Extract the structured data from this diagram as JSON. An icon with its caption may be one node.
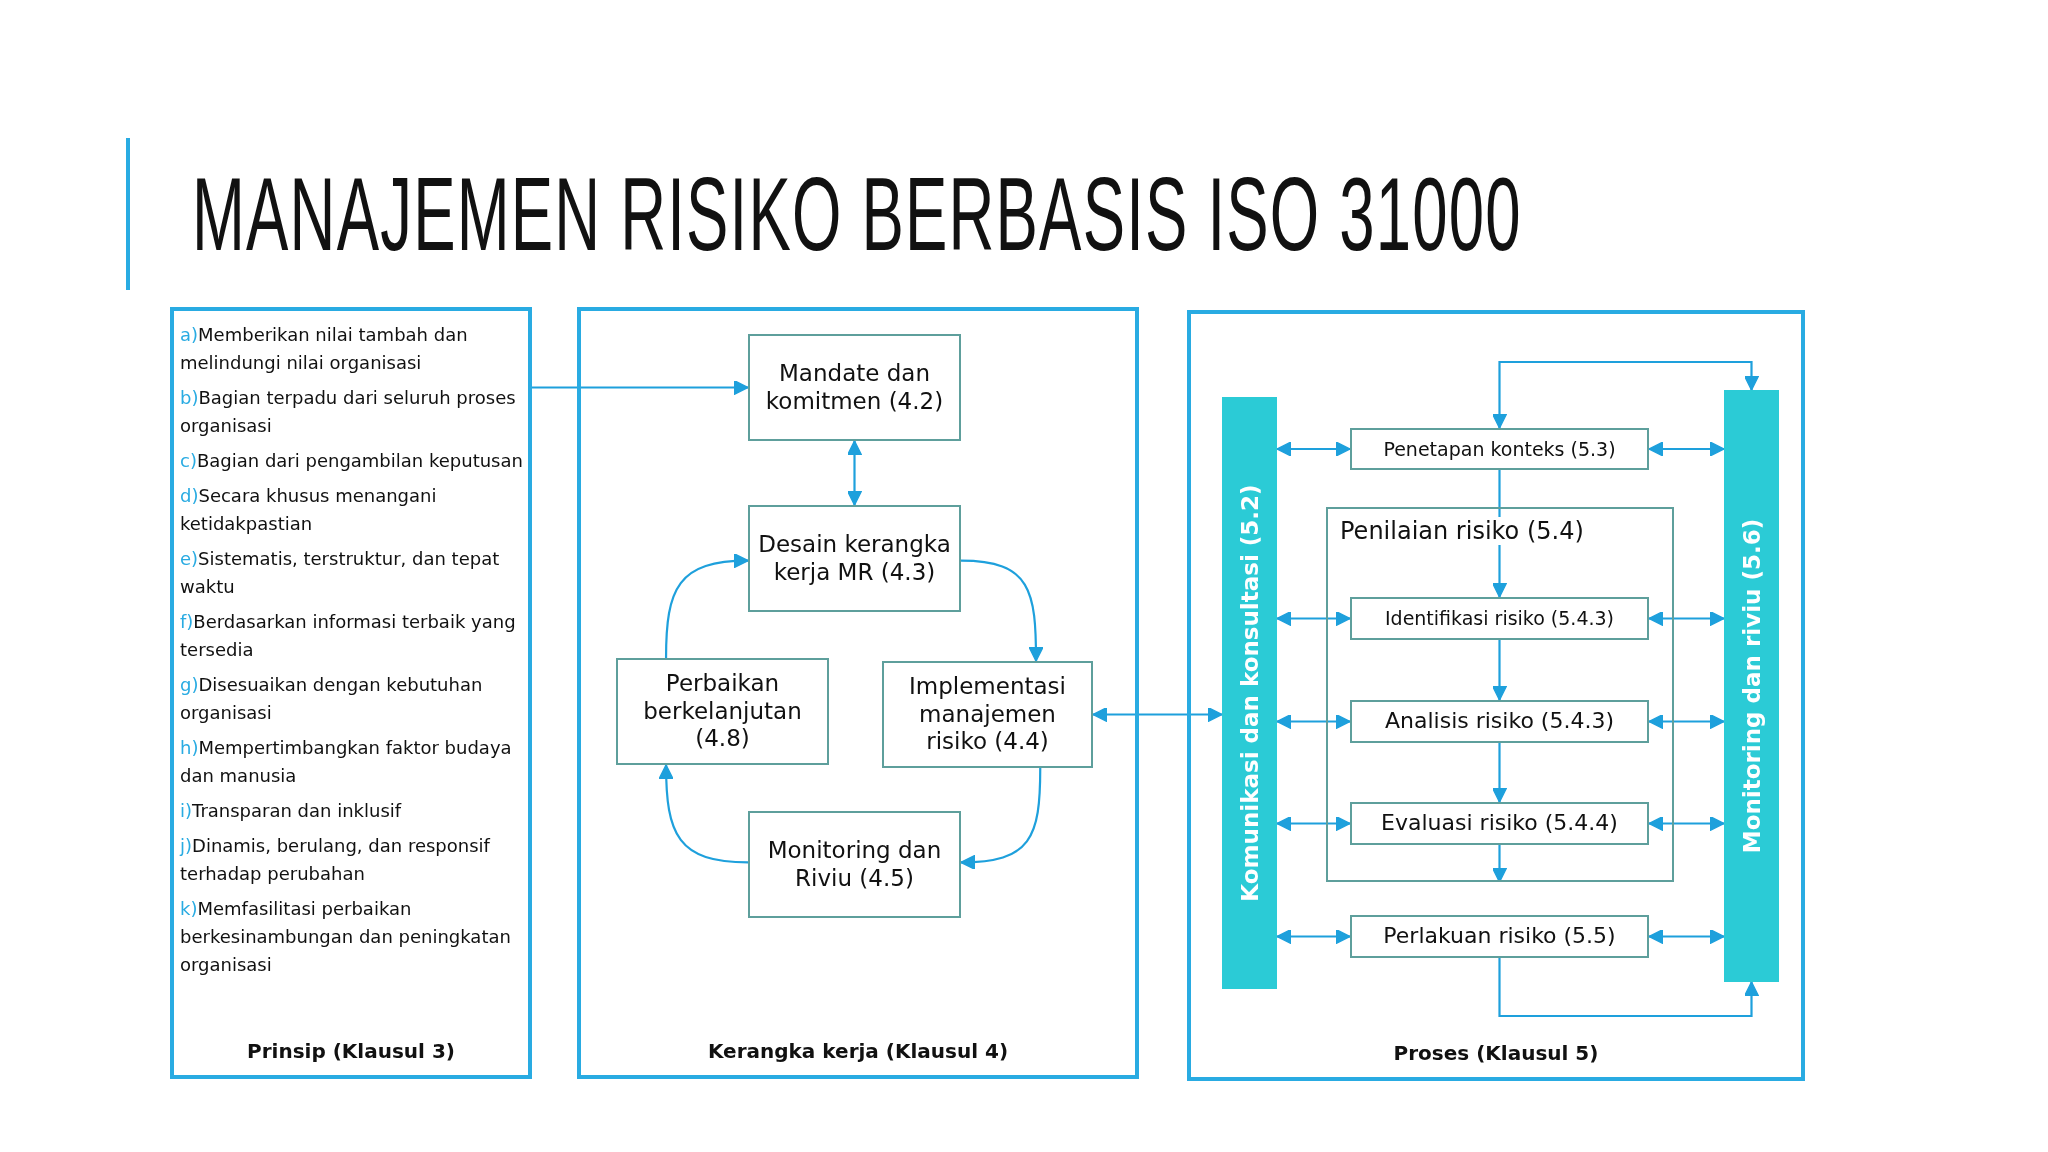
{
  "diagram": {
    "title": "MANAJEMEN RISIKO BERBASIS ISO 31000",
    "nodes": [
      {
        "text": [
          "a)Memberikan nilai tambah dan melindungi nilai organisasi",
          "b)Bagian terpadu dari seluruh proses organisasi",
          "c)Bagian dari pengambilan keputusan",
          "d)Secara khusus menangani ketidakpastian",
          "e)Sistematis, terstruktur, dan tepat waktu",
          "f)Berdasarkan informasi terbaik yang tersedia",
          "g)Disesuaikan dengan kebutuhan organisasi",
          "h)Mempertimbangkan faktor budaya dan manusia",
          "i)Transparan dan inklusif",
          "j)Dinamis, berulang, dan responsif terhadap perubahan",
          "k)Memfasilitasi perbaikan berkesinambungan dan peningkatan organisasi",
          "Prinsip (Klausul 3)"
        ]
      },
      {
        "text": [
          "Kerangka kerja (Klausul 4)"
        ]
      },
      {
        "text": [
          "Mandate dan komitmen (4.2)"
        ],
        "in": 1
      },
      {
        "text": [
          "Desain kerangka kerja MR (4.3)"
        ],
        "in": 1
      },
      {
        "text": [
          "Perbaikan berkelanjutan (4.8)"
        ],
        "in": 1
      },
      {
        "text": [
          "Implementasi manajemen risiko (4.4)"
        ],
        "in": 1
      },
      {
        "text": [
          "Monitoring dan Riviu (4.5)"
        ],
        "in": 1
      },
      {
        "text": [
          "Proses (Klausul 5)"
        ]
      },
      {
        "text": [
          "Komunikasi dan konsultasi (5.2)"
        ],
        "in": 7
      },
      {
        "text": [
          "Penetapan konteks (5.3)"
        ],
        "in": 7
      },
      {
        "text": [
          "Penilaian risiko (5.4)"
        ],
        "in": 7
      },
      {
        "text": [
          "Identifikasi risiko (5.4.3)"
        ],
        "in": 10
      },
      {
        "text": [
          "Analisis risiko (5.4.3)"
        ],
        "in": 10
      },
      {
        "text": [
          "Evaluasi risiko (5.4.4)"
        ],
        "in": 10
      },
      {
        "text": [
          "Perlakuan risiko (5.5)"
        ],
        "in": 7
      },
      {
        "text": [
          "Monitoring dan riviu (5.6)"
        ],
        "in": 7
      }
    ],
    "edges": [
      {
        "from": 0,
        "to": 2,
        "arrow": "to"
      },
      {
        "from": 2,
        "to": 3,
        "arrow": "both"
      },
      {
        "from": 3,
        "to": 5,
        "arrow": "to"
      },
      {
        "from": 5,
        "to": 6,
        "arrow": "to"
      },
      {
        "from": 6,
        "to": 4,
        "arrow": "to"
      },
      {
        "from": 4,
        "to": 3,
        "arrow": "to"
      },
      {
        "from": 5,
        "to": 8,
        "arrow": "both"
      },
      {
        "from": 15,
        "to": 9,
        "arrow": "both"
      },
      {
        "from": 9,
        "to": 11,
        "arrow": "to"
      },
      {
        "from": 11,
        "to": 12,
        "arrow": "to"
      },
      {
        "from": 12,
        "to": 13,
        "arrow": "to"
      },
      {
        "from": 13,
        "to": 10,
        "arrow": "to"
      },
      {
        "from": 14,
        "to": 15,
        "arrow": "to"
      },
      {
        "from": 8,
        "to": 9,
        "arrow": "both"
      },
      {
        "from": 8,
        "to": 11,
        "arrow": "both"
      },
      {
        "from": 8,
        "to": 12,
        "arrow": "both"
      },
      {
        "from": 8,
        "to": 13,
        "arrow": "both"
      },
      {
        "from": 8,
        "to": 14,
        "arrow": "both"
      },
      {
        "from": 9,
        "to": 15,
        "arrow": "both"
      },
      {
        "from": 11,
        "to": 15,
        "arrow": "both"
      },
      {
        "from": 12,
        "to": 15,
        "arrow": "both"
      },
      {
        "from": 13,
        "to": 15,
        "arrow": "both"
      },
      {
        "from": 14,
        "to": 15,
        "arrow": "both"
      }
    ]
  }
}
